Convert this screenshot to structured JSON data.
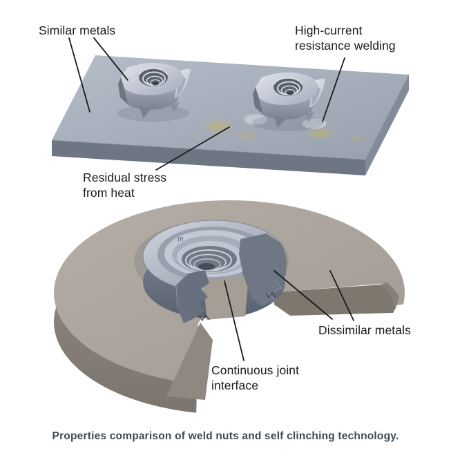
{
  "figure": {
    "caption": "Properties comparison of weld nuts and self clinching technology.",
    "caption_color": "#3e4a54",
    "background": "#ffffff"
  },
  "weld_nut_panel": {
    "labels": {
      "similar_metals": "Similar metals",
      "high_current_welding": "High-current resistance welding",
      "residual_stress": "Residual stress from heat"
    },
    "colors": {
      "plate_top": "#a7afbd",
      "plate_front": "#6e7583",
      "plate_side": "#838b99",
      "nut_body": "#c7cdd8",
      "weld_fillet": "#c2c8d2",
      "heat_stain": "#c9b355",
      "leader_line": "#1a1a1a",
      "label_text": "#1b1b1b"
    }
  },
  "clinch_nut_panel": {
    "labels": {
      "dissimilar_metals": "Dissimilar metals",
      "continuous_joint": "Continuous joint interface"
    },
    "nut_engraving": "E",
    "colors": {
      "disc_top": "#aba59d",
      "disc_side": "#847e76",
      "disc_cut_face_left": "#8e8881",
      "disc_cut_face_right": "#7d776e",
      "nut_flange": "#c0c6d2",
      "nut_barrel": "#6d7583",
      "joint_material": "#a49e95"
    }
  }
}
